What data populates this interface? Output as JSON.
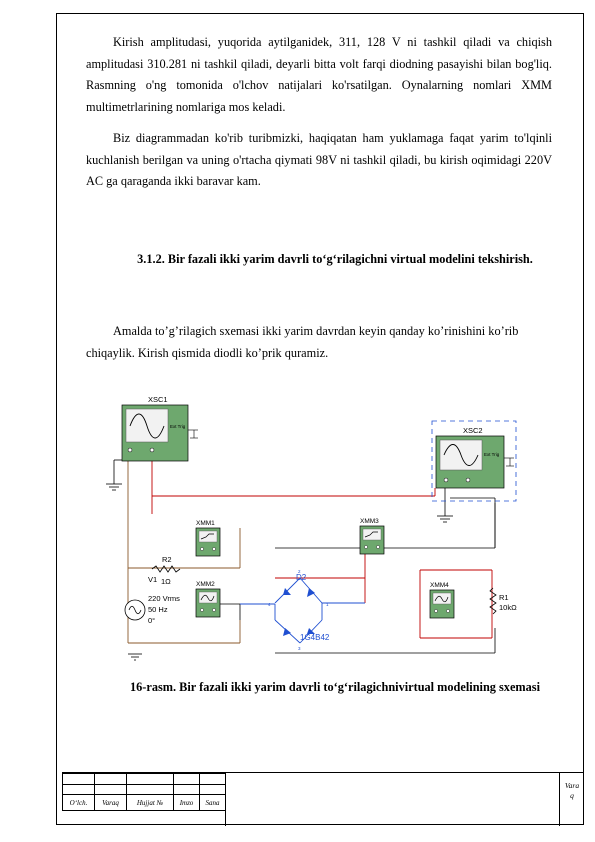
{
  "paragraphs": [
    "Kirish amplitudasi, yuqorida aytilganidek, 311, 128 V ni tashkil qiladi va chiqish amplitudasi 310.281 ni tashkil qiladi, deyarli bitta volt farqi diodning pasayishi bilan bog'liq. Rasmning o'ng tomonida o'lchov natijalari ko'rsatilgan. Oynalarning nomlari XMM multimetrlarining nomlariga mos keladi.",
    "Biz diagrammadan ko'rib turibmizki, haqiqatan ham yuklamaga faqat yarim to'lqinli kuchlanish berilgan va uning o'rtacha qiymati 98V ni tashkil qiladi, bu kirish oqimidagi 220V AC ga qaraganda ikki baravar kam."
  ],
  "heading": "3.1.2. Bir fazali ikki yarim davrli to‘g‘rilagichni virtual modelini tekshirish.",
  "body_paragraph": "Amalda to’g’rilagich sxemasi ikki yarim davrdan keyin qanday ko’rinishini ko’rib chiqaylik. Kirish qismida diodli ko’prik quramiz.",
  "caption": "16-rasm. Bir fazali ikki yarim davrli to‘g‘rilagichnivirtual modelining sxemasi",
  "circuit": {
    "xsc1": "XSC1",
    "xsc2": "XSC2",
    "ext_trig": "Ext Trig",
    "xmm1": "XMM1",
    "xmm2": "XMM2",
    "xmm3": "XMM3",
    "xmm4": "XMM4",
    "r2": "R2",
    "r2_value": "1Ω",
    "v1": "V1",
    "v1_vrms": "220 Vrms",
    "v1_freq": "50 Hz",
    "v1_phase": "0°",
    "d2": "D2",
    "d2_model": "1G4B42",
    "r1": "R1",
    "r1_value": "10kΩ",
    "colors": {
      "wire_red": "#c00000",
      "wire_brown": "#8b5a2b",
      "wire_blue": "#1f4fd1",
      "scope_green": "#6ea86e"
    }
  },
  "stamp": {
    "labels": [
      "O‘lch.",
      "Varaq",
      "Hujjat №",
      "Imzo",
      "Sana"
    ],
    "varaq_line1": "Vara",
    "varaq_line2": "q"
  }
}
